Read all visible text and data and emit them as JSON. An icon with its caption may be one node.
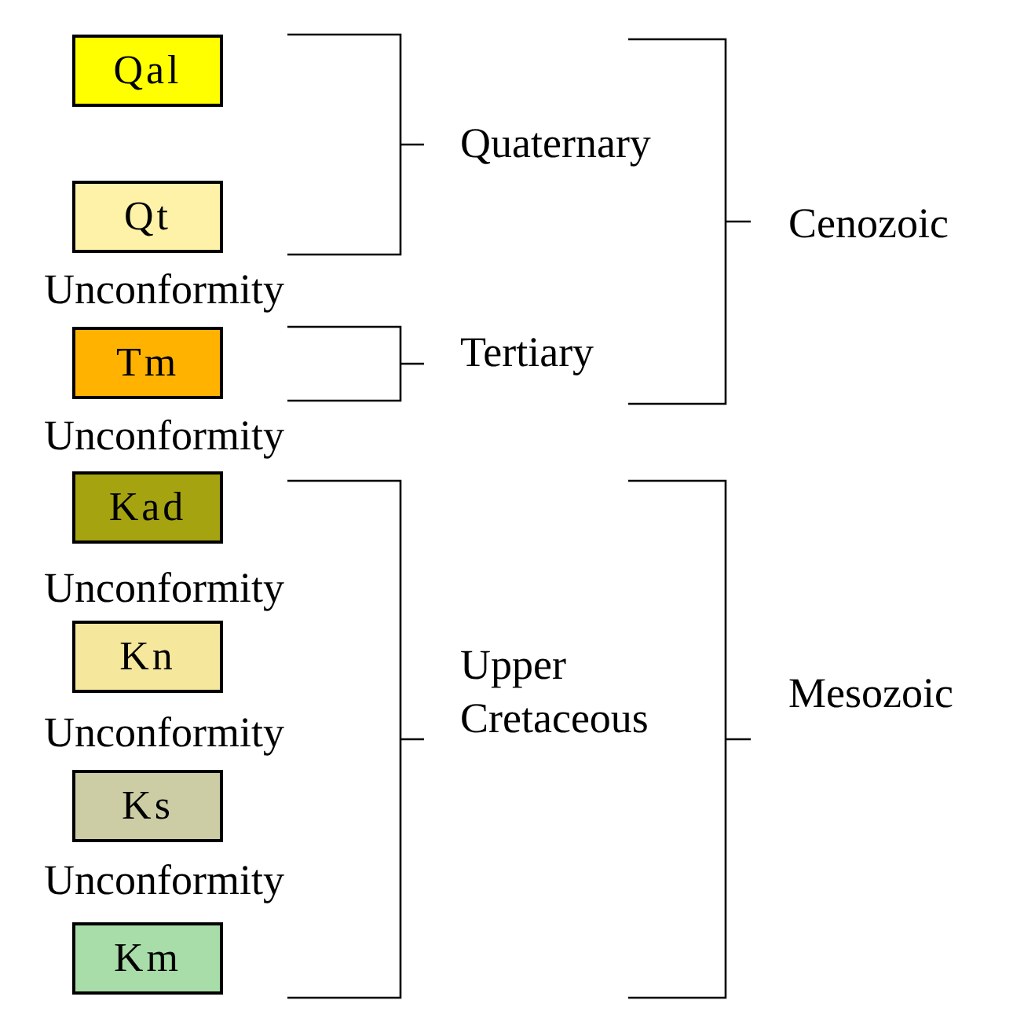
{
  "diagram": {
    "nodes": [
      {
        "text": [
          "Qal"
        ]
      },
      {
        "text": [
          "Qt"
        ]
      },
      {
        "text": [
          "Tm"
        ]
      },
      {
        "text": [
          "Kad"
        ]
      },
      {
        "text": [
          "Kn"
        ]
      },
      {
        "text": [
          "Ks"
        ]
      },
      {
        "text": [
          "Km"
        ]
      }
    ],
    "labels": [
      "Quaternary",
      "Cenozoic",
      "Unconformity",
      "Tertiary",
      "Unconformity",
      "Unconformity",
      "Upper Cretaceous",
      "Mesozoic",
      "Unconformity",
      "Unconformity"
    ]
  }
}
